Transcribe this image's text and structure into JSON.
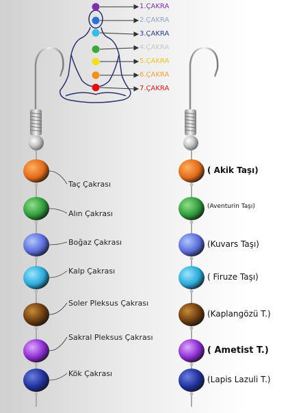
{
  "chakra_diagram": {
    "items": [
      {
        "label": "1.ÇAKRA",
        "color": "#7b2fa8"
      },
      {
        "label": "2.ÇAKRA",
        "color": "#8fa6c8"
      },
      {
        "label": "3.ÇAKRA",
        "color": "#2a3d8a"
      },
      {
        "label": "4.ÇAKRA",
        "color": "#c8c8c8"
      },
      {
        "label": "5.ÇAKRA",
        "color": "#f0c030"
      },
      {
        "label": "6.ÇAKRA",
        "color": "#f0a040"
      },
      {
        "label": "7.ÇAKRA",
        "color": "#d01818"
      }
    ],
    "dot_colors": [
      "#7b2fa8",
      "#2f6fd8",
      "#2fc0e8",
      "#3aa83a",
      "#f0e020",
      "#f09020",
      "#e01010"
    ]
  },
  "left_labels": [
    "Taç Çakrası",
    "Alın Çakrası",
    "Boğaz Çakrası",
    "Kalp Çakrası",
    "Soler Pleksus Çakrası",
    "Sakral Pleksus Çakrası",
    "Kök Çakrası"
  ],
  "stones": [
    {
      "name": "( Akik Taşı)",
      "color": "#e06a1a",
      "light": "#ffb060"
    },
    {
      "name": "(Aventurin Taşı)",
      "color": "#2f9a3a",
      "light": "#8fe08a"
    },
    {
      "name": "(Kuvars Taşı)",
      "color": "#5a6ad8",
      "light": "#b0c8ff"
    },
    {
      "name": "( Firuze Taşı)",
      "color": "#2aa8d8",
      "light": "#9ae6ff"
    },
    {
      "name": "(Kaplangözü T.)",
      "color": "#6a3a10",
      "light": "#c88a3a"
    },
    {
      "name": "( Ametist T.)",
      "color": "#8a2ad0",
      "light": "#e0a8ff"
    },
    {
      "name": "(Lapis Lazuli T.)",
      "color": "#1f2f9a",
      "light": "#6a80e0"
    }
  ]
}
